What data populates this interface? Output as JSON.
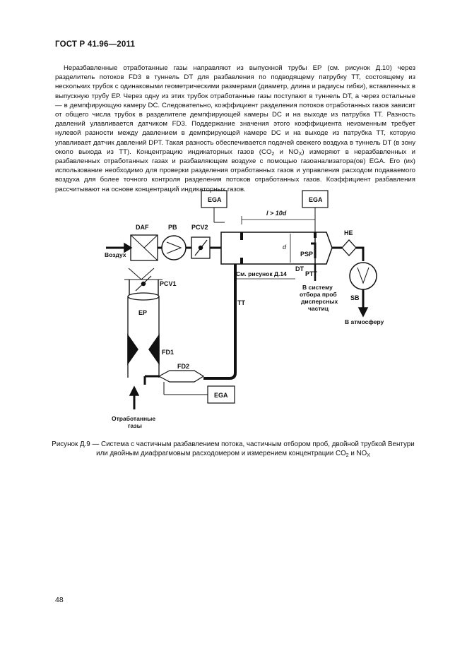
{
  "header": {
    "title": "ГОСТ Р 41.96—2011"
  },
  "paragraph": {
    "text": "Неразбавленные отработанные газы направляют из выпускной трубы ЕР (см. рисунок Д.10) через разделитель потоков FD3 в туннель DT для разбавления по подводящему патрубку ТТ, состоящему из нескольких трубок с одинаковыми геометрическими размерами (диаметр, длина и радиусы гибки), вставленных в выпускную трубу ЕР. Через одну из этих трубок отработанные газы поступают в туннель DT, а через остальные — в демпфирующую камеру DC. Следовательно, коэффициент разделения потоков отработанных газов зависит от общего числа трубок в разделителе демпфирующей камеры DC и на выходе из патрубка ТТ. Разность давлений улавливается датчиком FD3. Поддержание значения этого коэффициента неизменным требует нулевой разности между давлением в демпфирующей камере DC и на выходе из патрубка ТТ, которую улавливает датчик давлений DPT. Такая разность обеспечивается подачей свежего воздуха в туннель DT (в зону около выхода из ТТ). Концентрацию индикаторных газов (",
    "co": "CO",
    "co_sub": "2",
    "and": " и NO",
    "nox_sub": "X",
    "text2": ") измеряют в неразбавленных и разбавленных отработанных газах и разбавляющем воздухе с помощью газоанализатора(ов) EGA. Его (их) использование необходимо для проверки разделения отработанных газов и управления расходом подаваемого воздуха для более точного контроля разделения потоков отработанных газов. Коэффициент разбавления рассчитывают на основе концентраций индикаторных газов."
  },
  "figure": {
    "labels": {
      "ega_top_left": "EGA",
      "ega_top_right": "EGA",
      "ega_bottom": "EGA",
      "daf": "DAF",
      "pb": "PB",
      "pcv2": "PCV2",
      "pcv1": "PCV1",
      "he": "HE",
      "sb": "SB",
      "dt": "DT",
      "psp": "PSP",
      "ptt": "PTT",
      "tt": "TT",
      "ep": "EP",
      "fd1": "FD1",
      "fd2": "FD2",
      "length": "l > 10d",
      "diameter": "d",
      "air": "Воздух",
      "see_figure": "См. рисунок Д.14",
      "to_particle_line1": "В систему",
      "to_particle_line2": "отбора проб",
      "to_particle_line3": "дисперсных",
      "to_particle_line4": "частиц",
      "to_atmosphere": "В атмосферу",
      "exhaust_line1": "Отработанные",
      "exhaust_line2": "газы"
    }
  },
  "caption": {
    "line1": "Рисунок Д.9 — Система с частичным разбавлением потока, частичным отбором проб, двойной трубкой Вентури",
    "line2": "или двойным диафрагмовым расходомером и измерением концентрации CO",
    "co_sub": "2",
    "and": " и NO",
    "nox_sub": "X"
  },
  "page_number": "48"
}
